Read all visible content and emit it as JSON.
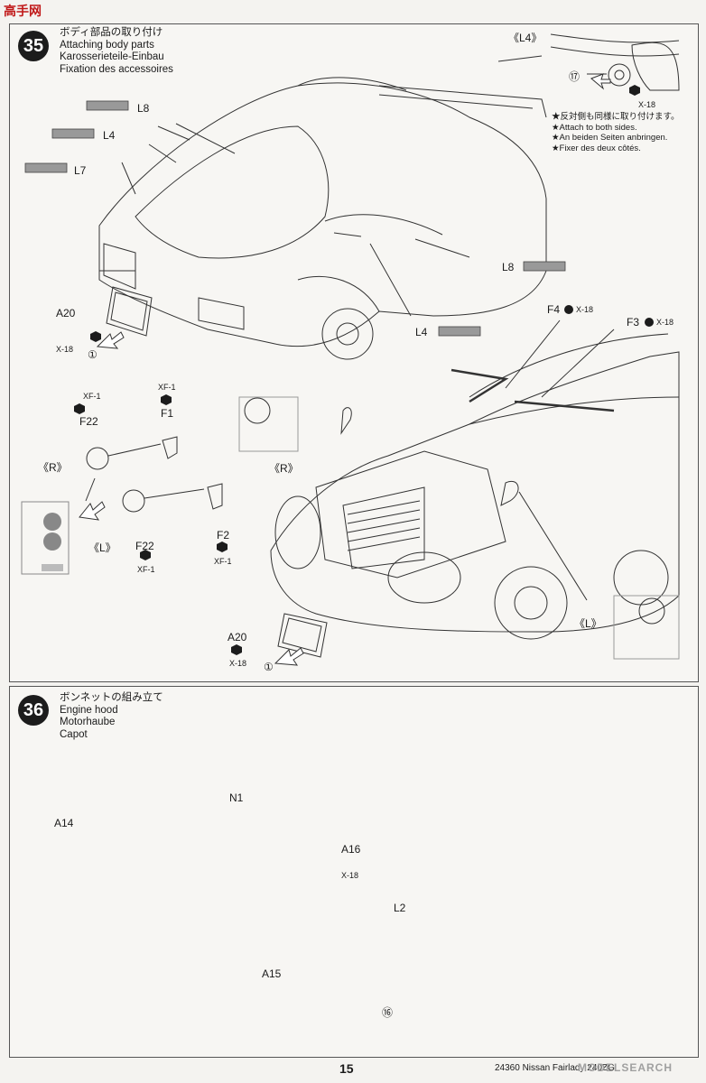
{
  "watermark": "高手网",
  "step35": {
    "number": "35",
    "title_jp": "ボディ部品の取り付け",
    "title_en": "Attaching body parts",
    "title_de": "Karosserieteile-Einbau",
    "title_fr": "Fixation des accessoires",
    "labels": {
      "l4_top": "《L4》",
      "l8_a": "L8",
      "l4_a": "L4",
      "l7": "L7",
      "l8_b": "L8",
      "l4_b": "L4",
      "a20_a": "A20",
      "x18_a": "X-18",
      "circle1_a": "①",
      "circle17": "⑰",
      "x18_top": "X-18",
      "f4": "F4",
      "f4_x18": "X-18",
      "f3": "F3",
      "f3_x18": "X-18",
      "xf1_a": "XF-1",
      "xf1_b": "XF-1",
      "f22_a": "F22",
      "f1": "F1",
      "r_a": "《R》",
      "r_b": "《R》",
      "l_a": "《L》",
      "f22_b": "F22",
      "xf1_c": "XF-1",
      "f2": "F2",
      "xf1_d": "XF-1",
      "l_b": "《L》",
      "a20_b": "A20",
      "x18_b": "X-18",
      "circle1_b": "①"
    },
    "note": [
      "★反対側も同様に取り付けます。",
      "★Attach to both sides.",
      "★An beiden Seiten anbringen.",
      "★Fixer des deux côtés."
    ]
  },
  "step36": {
    "number": "36",
    "title_jp": "ボンネットの組み立て",
    "title_en": "Engine hood",
    "title_de": "Motorhaube",
    "title_fr": "Capot",
    "labels": {
      "n1": "N1",
      "a14": "A14",
      "a15": "A15",
      "a16": "A16",
      "x18": "X-18",
      "l2": "L2",
      "circle16": "⑯"
    }
  },
  "footer": {
    "page": "15",
    "code": "24360 Nissan Fairlady 240ZG"
  },
  "site_watermark": "MODELSEARCH"
}
